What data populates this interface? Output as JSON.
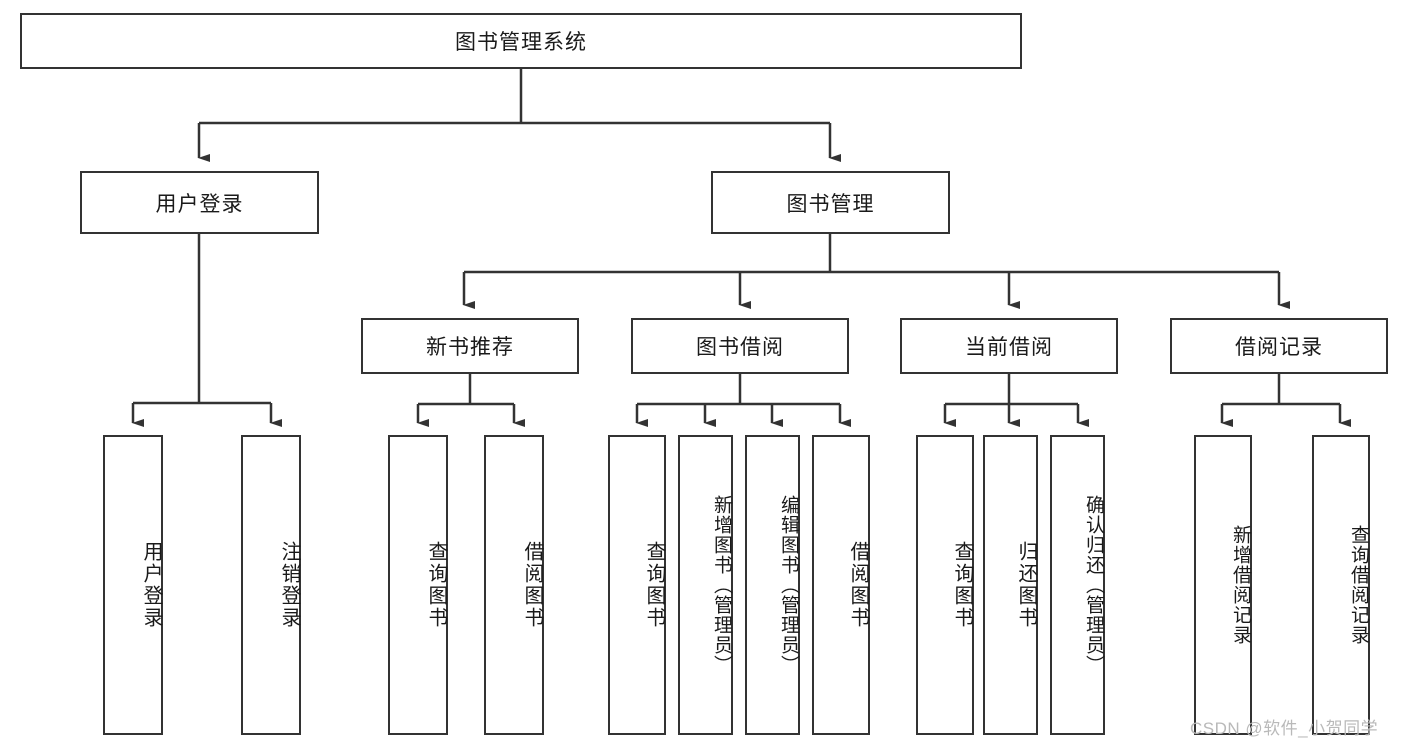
{
  "diagram": {
    "title": "图书管理系统",
    "type": "tree-hierarchy-diagram",
    "root": {
      "label": "图书管理系统",
      "children": [
        {
          "label": "用户登录",
          "children": [
            {
              "label": "用户登录"
            },
            {
              "label": "注销登录"
            }
          ]
        },
        {
          "label": "图书管理",
          "children": [
            {
              "label": "新书推荐",
              "children": [
                {
                  "label": "查询图书"
                },
                {
                  "label": "借阅图书"
                }
              ]
            },
            {
              "label": "图书借阅",
              "children": [
                {
                  "label": "查询图书"
                },
                {
                  "label": "新增图书（管理员）"
                },
                {
                  "label": "编辑图书（管理员）"
                },
                {
                  "label": "借阅图书"
                }
              ]
            },
            {
              "label": "当前借阅",
              "children": [
                {
                  "label": "查询图书"
                },
                {
                  "label": "归还图书"
                },
                {
                  "label": "确认归还（管理员）"
                }
              ]
            },
            {
              "label": "借阅记录",
              "children": [
                {
                  "label": "新增借阅记录"
                },
                {
                  "label": "查询借阅记录"
                }
              ]
            }
          ]
        }
      ]
    }
  },
  "watermark": {
    "text": "CSDN @软件_小贺同学"
  },
  "colors": {
    "stroke": "#333333",
    "box_fill": "#ffffff",
    "text": "#1a1a1a",
    "watermark": "#b9b9b9"
  }
}
